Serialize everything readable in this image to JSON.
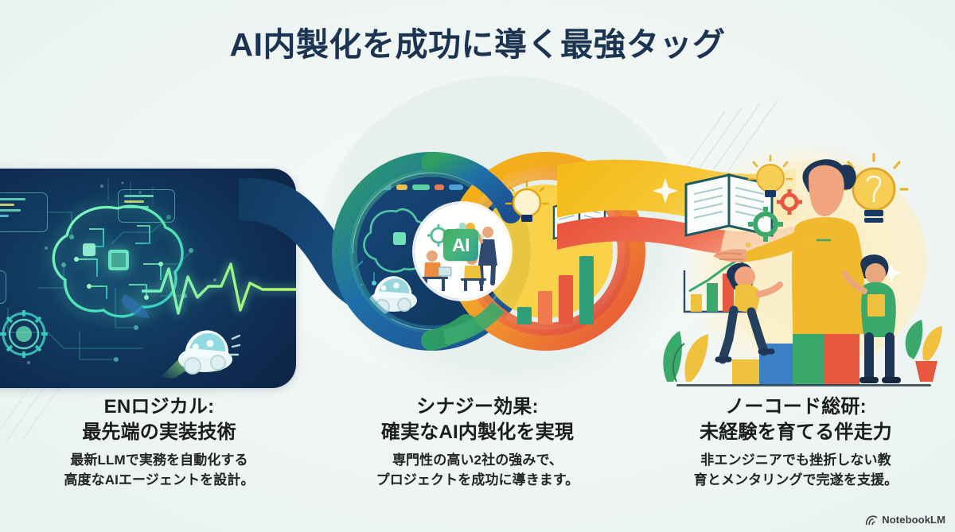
{
  "slide": {
    "title": "AI内製化を成功に導く最強タッグ",
    "title_color": "#1b3452",
    "background_color": "#eff5f3"
  },
  "columns": [
    {
      "id": "en-logical",
      "heading_line1": "ENロジカル:",
      "heading_line2": "最先端の実装技術",
      "body_line1": "最新LLMで実務を自動化する",
      "body_line2": "高度なAIエージェントを設計。",
      "panel_color": "#0f2c51",
      "accent_color": "#4ee6aa"
    },
    {
      "id": "synergy",
      "heading_line1": "シナジー効果:",
      "heading_line2": "確実なAI内製化を実現",
      "body_line1": "専門性の高い2社の強みで、",
      "body_line2": "プロジェクトを成功に導きます。",
      "accent_color": "#f4b512",
      "core_label": "AI"
    },
    {
      "id": "nocode-souken",
      "heading_line1": "ノーコード総研:",
      "heading_line2": "未経験を育てる伴走力",
      "body_line1": "非エンジニアでも挫折しない教",
      "body_line2": "育とメンタリングで完遂を支援。",
      "accent_color": "#efc13c"
    }
  ],
  "watermark": {
    "label": "NotebookLM",
    "icon": "notebooklm-logo-icon"
  },
  "illustration": {
    "left_panel": {
      "icons": [
        "circuit-brain-icon",
        "code-window-icon",
        "chat-window-icon",
        "gear-ring-icon",
        "heartbeat-wave-icon",
        "robot-car-icon",
        "chip-icon"
      ]
    },
    "center_panel": {
      "icons": [
        "infinity-rings-icon",
        "ai-chip-icon",
        "people-collaboration-icon",
        "lightbulb-icon",
        "open-book-icon",
        "bar-chart-icon",
        "brain-icon",
        "robot-car-icon"
      ],
      "ring_colors": [
        "#1d4e8f",
        "#2e9e63",
        "#f2b705",
        "#e8503a"
      ]
    },
    "right_panel": {
      "icons": [
        "mentor-person-icon",
        "climbing-person-icon",
        "student-person-icon",
        "lightbulb-icon",
        "open-book-icon",
        "gear-icon",
        "growth-chart-icon",
        "plant-icon",
        "bar-chart-icon",
        "sparkle-icon"
      ]
    }
  }
}
